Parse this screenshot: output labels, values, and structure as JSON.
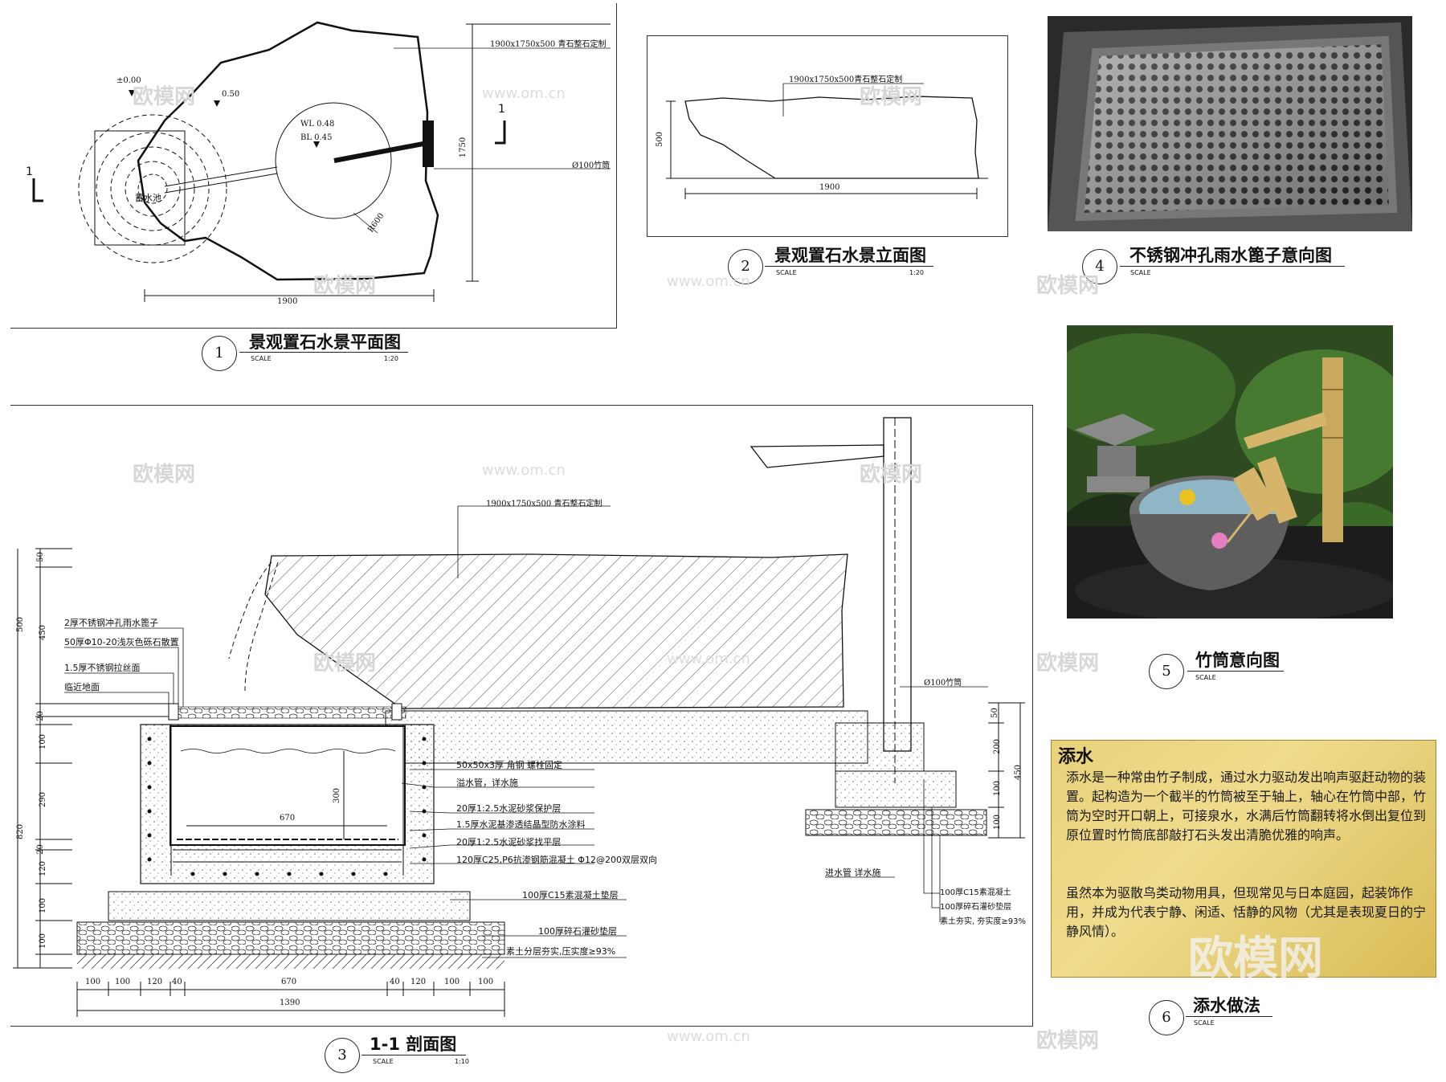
{
  "plan": {
    "title": "景观置石水景平面图",
    "num": "1",
    "scale_label": "SCALE",
    "scale_value": "1:20",
    "stone_note": "1900x1750x500 青石整石定制",
    "level_zero": "±0.00",
    "level_050": "0.50",
    "wl": "WL 0.48",
    "bl": "BL 0.45",
    "pool": "蓄水池",
    "bamboo": "Ø100竹筒",
    "dim_width": "1900",
    "dim_height": "1750",
    "radius": "R600",
    "section_mark": "1"
  },
  "elevation": {
    "title": "景观置石水景立面图",
    "num": "2",
    "scale_label": "SCALE",
    "scale_value": "1:20",
    "stone_note": "1900x1750x500青石整石定制",
    "dim_height": "500",
    "dim_width": "1900"
  },
  "grate": {
    "title": "不锈钢冲孔雨水篦子意向图",
    "num": "4",
    "scale_label": "SCALE"
  },
  "bamboo_photo": {
    "title": "竹筒意向图",
    "num": "5",
    "scale_label": "SCALE"
  },
  "section": {
    "title": "1-1 剖面图",
    "num": "3",
    "scale_label": "SCALE",
    "scale_value": "1:10",
    "stone_note": "1900x1750x500 青石整石定制",
    "notes_left": [
      "2厚不锈钢冲孔雨水篦子",
      "50厚Φ10-20浅灰色砾石散置",
      "1.5厚不锈钢拉丝面",
      "临近地面"
    ],
    "notes_mid": [
      "50x50x3厚 角钢 螺栓固定",
      "溢水管，详水施",
      "20厚1:2.5水泥砂浆保护层",
      "1.5厚水泥基渗透结晶型防水涂料",
      "20厚1:2.5水泥砂浆找平层",
      "120厚C25,P6抗渗钢筋混凝土 Φ12@200双层双向",
      "100厚C15素混凝土垫层",
      "100厚碎石灌砂垫层",
      "素土分层夯实,压实度≥93%"
    ],
    "notes_right": [
      "Ø100竹筒",
      "进水管 详水施",
      "100厚C15素混凝土",
      "100厚碎石灌砂垫层",
      "素土夯实, 夯实度≥93%"
    ],
    "dim_left": [
      "50",
      "450",
      "500",
      "20",
      "100",
      "290",
      "20",
      "120",
      "100",
      "100",
      "820"
    ],
    "dim_right": [
      "50",
      "200",
      "100",
      "100",
      "450"
    ],
    "dim_inner_w": "670",
    "dim_inner_h": "300",
    "dim_bottom": [
      "100",
      "100",
      "120",
      "40",
      "670",
      "40",
      "120",
      "100",
      "100"
    ],
    "dim_total": "1390"
  },
  "note": {
    "heading": "添水",
    "para1": "添水是一种常由竹子制成，通过水力驱动发出响声驱赶动物的装置。起构造为一个截半的竹筒被至于轴上，轴心在竹筒中部，竹筒为空时开口朝上，可接泉水，水满后竹筒翻转将水倒出复位到原位置时竹筒底部敲打石头发出清脆优雅的响声。",
    "para2": "虽然本为驱散鸟类动物用具，但现常见与日本庭园，起装饰作用，并成为代表宁静、闲适、恬静的风物（尤其是表现夏日的宁静风情）。",
    "title": "添水做法",
    "num": "6",
    "scale_label": "SCALE"
  },
  "watermark": {
    "brand": "欧模网",
    "url": "www.om.cn",
    "big": "欧模网"
  }
}
